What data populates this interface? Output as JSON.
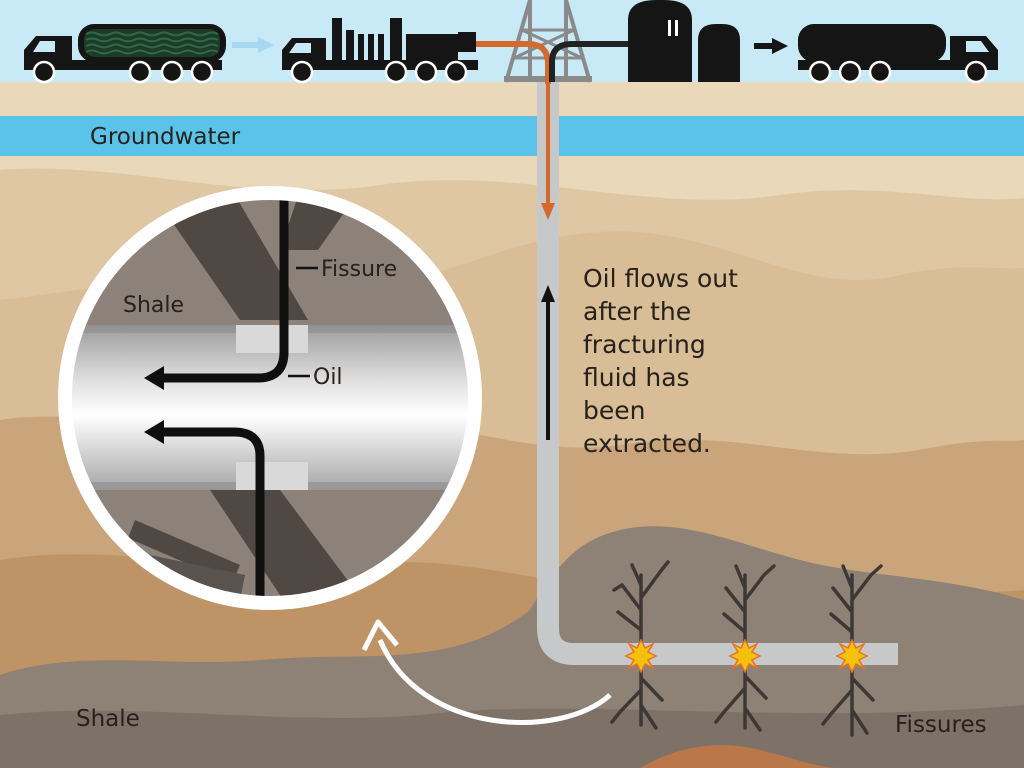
{
  "labels": {
    "groundwater": "Groundwater",
    "caption_lines": [
      "Oil flows out",
      "after the",
      "fracturing",
      "fluid has",
      "been",
      "extracted."
    ],
    "shale_bottom": "Shale",
    "fissures": "Fissures"
  },
  "inset": {
    "shale": "Shale",
    "fissure": "Fissure",
    "oil": "Oil"
  },
  "colors": {
    "sky": "#c8e9f6",
    "groundwater": "#5bc3ea",
    "surface_soil": "#ead8ba",
    "shale_dark": "#8e8176",
    "pipe": "#c7c8ca",
    "fluid_flow": "#d4692c",
    "flow_arrow": "#a8d8f0",
    "vehicle": "#151515",
    "spark": "#f4c20d"
  }
}
